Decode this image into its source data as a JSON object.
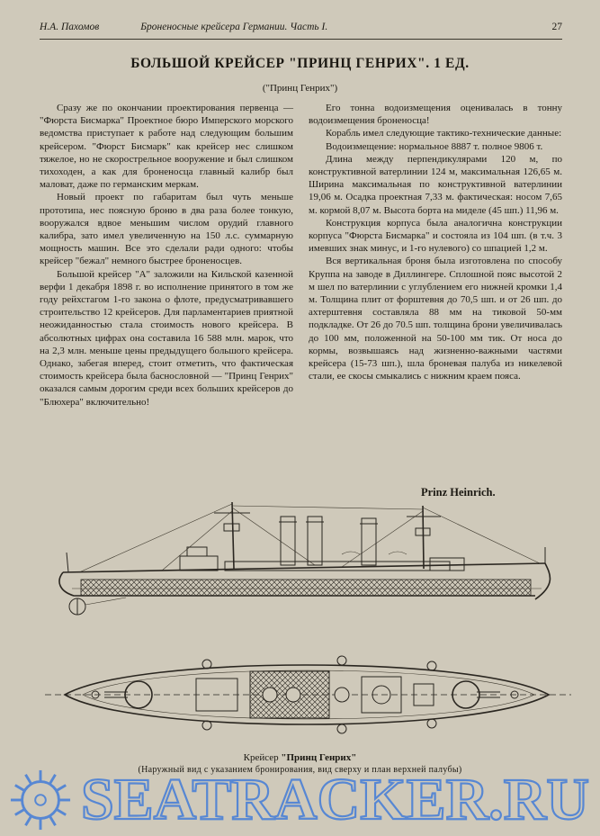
{
  "page": {
    "background": "#cfc9ba",
    "ink": "#1b1812"
  },
  "header": {
    "author": "Н.А. Пахомов",
    "book_title": "Броненосные крейсера Германии.  Часть I.",
    "page_number": "27"
  },
  "title": {
    "main": "БОЛЬШОЙ КРЕЙСЕР \"ПРИНЦ ГЕНРИХ\". 1 ЕД.",
    "subtitle": "(\"Принц Генрих\")"
  },
  "left": {
    "paragraphs": [
      "Сразу же по окончании проектирования первенца — \"Фюрста Бисмарка\"  Проектное бюро Имперского морского ведомства приступает к работе над следующим большим крейсером. \"Фюрст Бисмарк\" как крейсер нес слишком тяжелое, но не скорострельное вооружение и был слишком тихоходен, а как для броненосца главный калибр был маловат, даже по германским меркам.",
      "Новый проект по габаритам был чуть меньше прототипа, нес поясную броню в два раза более тонкую, вооружался вдвое меньшим числом орудий главного калибра, зато имел увеличенную на 150 л.с. суммарную мощность машин. Все это сделали ради одного: чтобы крейсер \"бежал\" немного быстрее броненосцев.",
      "Большой крейсер \"А\" заложили на Кильской казенной верфи 1 декабря 1898 г. во исполнение принятого в том же году рейхстагом 1-го закона о флоте, предусматривавшего строительство 12 крейсеров. Для парламентариев приятной неожиданностью стала стоимость нового крейсера. В абсолютных цифрах она составила 16 588 млн. марок, что на 2,3 млн. меньше цены предыдущего большого крейсера. Однако, забегая вперед, стоит отметить, что фактическая стоимость крейсера была баснословной — \"Принц Генрих\" оказался самым дорогим среди всех больших крейсеров до \"Блюхера\" включительно!"
    ]
  },
  "right": {
    "paragraphs": [
      "Его тонна водоизмещения оценивалась в тонну водоизмещения броненосца!",
      "Корабль имел следующие тактико-технические данные:",
      "Водоизмещение: нормальное 8887 т. полное 9806 т.",
      "Длина между перпендикулярами 120 м, по конструктивной ватерлинии 124 м, максимальная 126,65 м. Ширина максимальная по конструктивной ватерлинии 19,06 м. Осадка проектная 7,33 м. фактическая: носом 7,65 м. кормой 8,07 м. Высота борта на миделе (45 шп.) 11,96 м.",
      "Конструкция корпуса была аналогична конструкции корпуса \"Фюрста Бисмарка\" и состояла из 104 шп. (в т.ч. 3 имевших знак минус, и 1-го нулевого) со шпацией 1,2 м.",
      "Вся вертикальная броня была изготовлена по способу Круппа на заводе в Диллингере. Сплошной пояс высотой 2 м шел по ватерлинии с углублением его нижней кромки 1,4 м. Толщина плит от форштевня до 70,5 шп. и от 26 шп. до ахтерштевня составляла 88 мм на тиковой 50-мм подкладке. От 26 до 70.5 шп. толщина брони увеличивалась до 100 мм, положенной на 50-100 мм тик. От носа до кормы, возвышаясь над жизненно-важными частями крейсера (15-73 шп.), шла броневая палуба из никелевой стали, ее скосы смыкались с нижним краем пояса."
    ]
  },
  "figure": {
    "label": "Prinz Heinrich.",
    "caption_prefix": "Крейсер ",
    "caption_name": "\"Принц Генрих\"",
    "caption_detail": "(Наружный вид с указанием бронирования, вид сверху и план верхней палубы)"
  },
  "watermark": {
    "site": "SEATRACKER.RU",
    "color": "#4d82d6"
  }
}
